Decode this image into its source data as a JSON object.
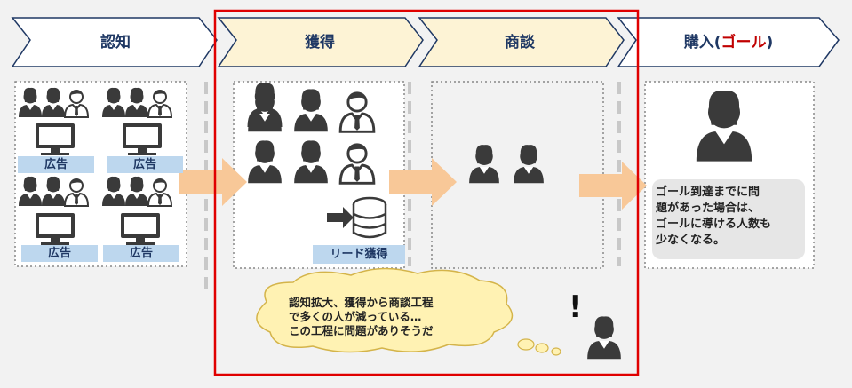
{
  "stages": [
    {
      "label": "認知"
    },
    {
      "label": "獲得"
    },
    {
      "label": "商談"
    },
    {
      "label_prefix": "購入(",
      "label_accent": "ゴール",
      "label_suffix": ")"
    }
  ],
  "ad_label": "広告",
  "lead_label": "リード獲得",
  "goal_note": [
    "ゴール到達までに問",
    "題があった場合は、",
    "ゴールに導ける人数も",
    "少なくなる。"
  ],
  "cloud_text": [
    "認知拡大、獲得から商談工程",
    "で多くの人が減っている…",
    "この工程に問題がありそうだ"
  ],
  "exclamation": "!",
  "colors": {
    "stage_fill": "#fdf3d5",
    "stage_fill_white": "#ffffff",
    "stage_stroke": "#1f3864",
    "flow_arrow": "#f8c898",
    "highlight_frame": "#e00000",
    "ad_label_bg": "#bdd7ee",
    "cloud_fill": "#fff2b3",
    "goal_accent": "#c00000"
  }
}
